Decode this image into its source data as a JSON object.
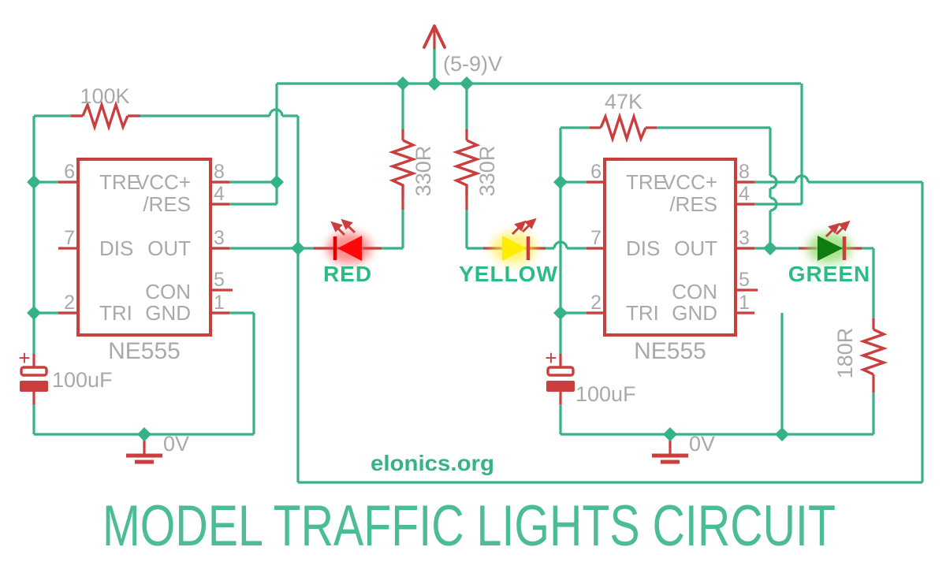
{
  "title": "MODEL TRAFFIC LIGHTS CIRCUIT",
  "credit": "elonics.org",
  "power": {
    "supply_label": "(5-9)V",
    "ground_left_label": "0V",
    "ground_right_label": "0V"
  },
  "timers": {
    "t1": {
      "part": "NE555",
      "pins": {
        "tre": {
          "num": "6",
          "label": "TRE"
        },
        "vcc": {
          "num": "8",
          "label": "VCC+"
        },
        "res": {
          "num": "4",
          "label": "/RES"
        },
        "dis": {
          "num": "7",
          "label": "DIS"
        },
        "out": {
          "num": "3",
          "label": "OUT"
        },
        "con": {
          "num": "5",
          "label": "CON"
        },
        "tri": {
          "num": "2",
          "label": "TRI"
        },
        "gnd": {
          "num": "1",
          "label": "GND"
        }
      }
    },
    "t2": {
      "part": "NE555",
      "pins": {
        "tre": {
          "num": "6",
          "label": "TRE"
        },
        "vcc": {
          "num": "8",
          "label": "VCC+"
        },
        "res": {
          "num": "4",
          "label": "/RES"
        },
        "dis": {
          "num": "7",
          "label": "DIS"
        },
        "out": {
          "num": "3",
          "label": "OUT"
        },
        "con": {
          "num": "5",
          "label": "CON"
        },
        "tri": {
          "num": "2",
          "label": "TRI"
        },
        "gnd": {
          "num": "1",
          "label": "GND"
        }
      }
    }
  },
  "resistors": {
    "r1": {
      "value": "100K"
    },
    "r2": {
      "value": "47K"
    },
    "r3": {
      "value": "330R"
    },
    "r4": {
      "value": "330R"
    },
    "r5": {
      "value": "180R"
    }
  },
  "capacitors": {
    "c1": {
      "value": "100uF",
      "polarity_mark": "+"
    },
    "c2": {
      "value": "100uF",
      "polarity_mark": "+"
    }
  },
  "leds": {
    "red": {
      "label": "RED",
      "color": "#fb0808",
      "glow": "#ff4040"
    },
    "yellow": {
      "label": "YELLOW",
      "color": "#ffec00",
      "glow": "#ffee33"
    },
    "green": {
      "label": "GREEN",
      "color": "#0f7d10",
      "glow": "#8fd96a"
    }
  },
  "colors": {
    "wire_green": "#35b287",
    "component_red": "#cb3e3e",
    "text_gray": "#a7a9ab",
    "title_green": "#4bbc95",
    "credit_green": "#36b286",
    "led_label_green": "#2eba84"
  }
}
